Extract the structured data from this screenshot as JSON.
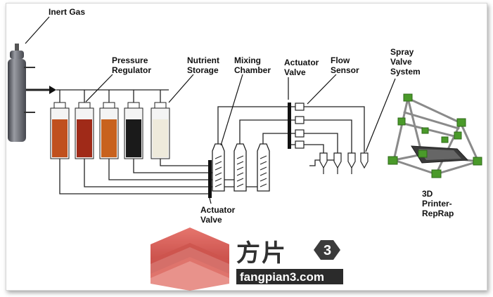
{
  "labels": {
    "inert_gas": "Inert Gas",
    "pressure_regulator": [
      "Pressure",
      "Regulator"
    ],
    "nutrient_storage": [
      "Nutrient",
      "Storage"
    ],
    "mixing_chamber": [
      "Mixing",
      "Chamber"
    ],
    "actuator_valve_top": [
      "Actuator",
      "Valve"
    ],
    "flow_sensor": [
      "Flow",
      "Sensor"
    ],
    "spray_valve_system": [
      "Spray",
      "Valve",
      "System"
    ],
    "printer": [
      "3D",
      "Printer-",
      "RepRap"
    ],
    "actuator_valve_bottom": [
      "Actuator",
      "Valve"
    ]
  },
  "watermark": {
    "chinese": "方片",
    "badge": "3",
    "url": "fangpian3.com"
  },
  "colors": {
    "storage": [
      "#c0501e",
      "#a02a18",
      "#c8621e",
      "#1a1a1a",
      "#eeeadb"
    ],
    "lines": "#222222",
    "cylinder": "#6f7178",
    "printer_green": "#4a9a2a",
    "watermark_red": "#d8504a"
  }
}
